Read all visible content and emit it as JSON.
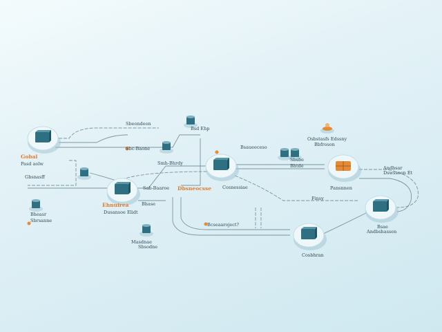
{
  "diagram": {
    "colors": {
      "background": "#d9eef5",
      "node": "#2f6f82",
      "accent": "#e58a35",
      "line": "#5a7580"
    },
    "labels": [
      {
        "text": "Gobal",
        "accent": true
      },
      {
        "text": "Pasd aolw"
      },
      {
        "text": "Sbeondeon"
      },
      {
        "text": "Sbc-Baone"
      },
      {
        "text": "Bsd Ehp"
      },
      {
        "text": "Smh-Bhrdy"
      },
      {
        "text": "Gbsnasff"
      },
      {
        "text": "Ehnuirea",
        "accent": true
      },
      {
        "text": "Dusansoe Elidt"
      },
      {
        "text": "Sab-Baaroe"
      },
      {
        "text": "Bhase"
      },
      {
        "text": "Dbsneocsse",
        "accent": true
      },
      {
        "text": "Bheasr"
      },
      {
        "text": "Sbrsanne"
      },
      {
        "text": "Masdnae"
      },
      {
        "text": "Sbsodne"
      },
      {
        "text": "Bsaueeceso"
      },
      {
        "text": "Cosnessiae"
      },
      {
        "text": "Sbsbe"
      },
      {
        "text": "Bhtde"
      },
      {
        "text": "Osbstasfs Edssny"
      },
      {
        "text": "Bbfroson"
      },
      {
        "text": "Pansnnen"
      },
      {
        "text": "Finsy"
      },
      {
        "text": "Bcseaaroject?"
      },
      {
        "text": "Andbsar"
      },
      {
        "text": "Dswssoon Et"
      },
      {
        "text": "Bsae"
      },
      {
        "text": "Andbshassen"
      },
      {
        "text": "Cosbhran"
      }
    ],
    "nodes": [
      {
        "icon": "server-icon",
        "kind": "hub"
      },
      {
        "icon": "server-icon",
        "kind": "hub"
      },
      {
        "icon": "package-icon",
        "kind": "hub",
        "accent": true
      },
      {
        "icon": "server-icon",
        "kind": "hub"
      },
      {
        "icon": "server-icon",
        "kind": "hub"
      },
      {
        "icon": "server-icon",
        "kind": "hub"
      },
      {
        "icon": "database-icon",
        "kind": "small"
      },
      {
        "icon": "database-icon",
        "kind": "small"
      },
      {
        "icon": "database-icon",
        "kind": "small"
      },
      {
        "icon": "database-icon",
        "kind": "small"
      },
      {
        "icon": "database-icon",
        "kind": "small"
      },
      {
        "icon": "database-icon",
        "kind": "small"
      },
      {
        "icon": "database-icon",
        "kind": "small"
      },
      {
        "icon": "cloud-icon",
        "kind": "small",
        "accent": true
      }
    ]
  }
}
